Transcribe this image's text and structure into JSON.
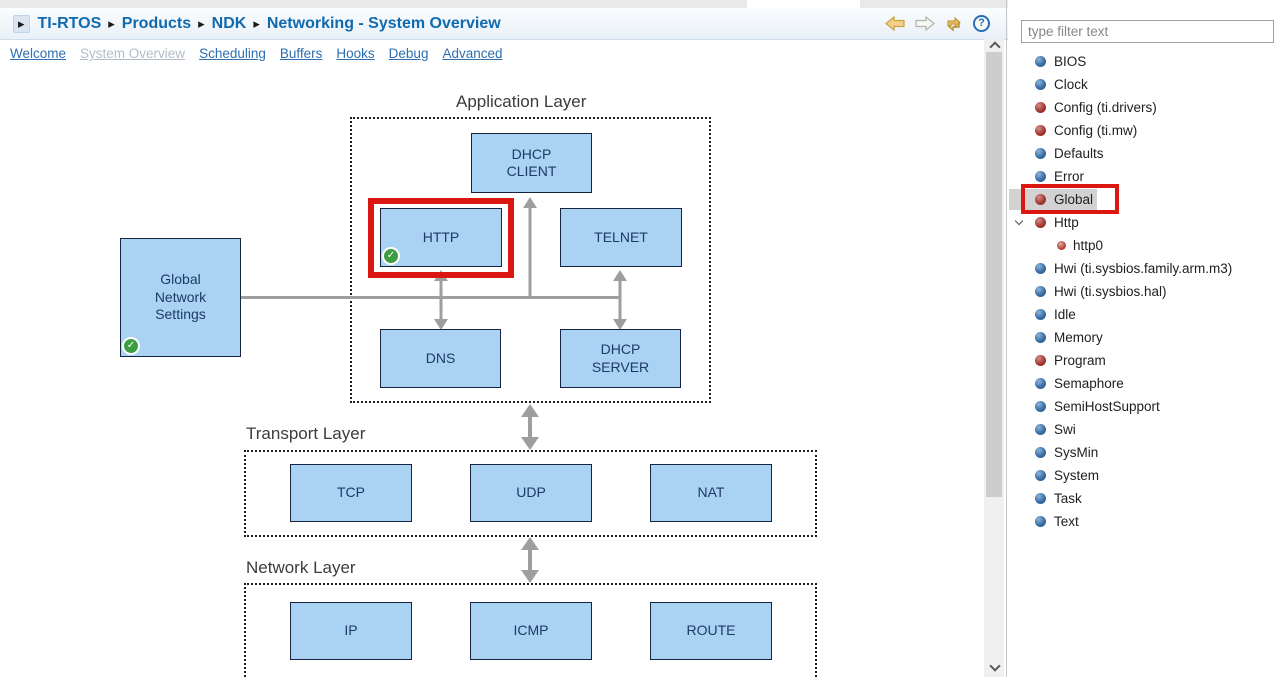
{
  "topbar": {
    "breadcrumb": [
      "TI-RTOS",
      "Products",
      "NDK",
      "Networking - System Overview"
    ],
    "icons": {
      "back": "back-arrow",
      "forward": "forward-arrow",
      "sync": "switch-config-view",
      "help_glyph": "?"
    }
  },
  "tabs": [
    {
      "label": "Welcome",
      "state": "link"
    },
    {
      "label": "System Overview",
      "state": "current"
    },
    {
      "label": "Scheduling",
      "state": "link"
    },
    {
      "label": "Buffers",
      "state": "link"
    },
    {
      "label": "Hooks",
      "state": "link"
    },
    {
      "label": "Debug",
      "state": "link"
    },
    {
      "label": "Advanced",
      "state": "link"
    }
  ],
  "diagram": {
    "layers": [
      {
        "title": "Application Layer"
      },
      {
        "title": "Transport Layer"
      },
      {
        "title": "Network Layer"
      }
    ],
    "boxes": {
      "global": {
        "label": "Global\nNetwork\nSettings",
        "checked": true
      },
      "dhcp_client": {
        "label": "DHCP\nCLIENT"
      },
      "http": {
        "label": "HTTP",
        "checked": true,
        "highlighted": true
      },
      "telnet": {
        "label": "TELNET"
      },
      "dns": {
        "label": "DNS"
      },
      "dhcp_server": {
        "label": "DHCP\nSERVER"
      },
      "tcp": {
        "label": "TCP"
      },
      "udp": {
        "label": "UDP"
      },
      "nat": {
        "label": "NAT"
      },
      "ip": {
        "label": "IP"
      },
      "icmp": {
        "label": "ICMP"
      },
      "route": {
        "label": "ROUTE"
      }
    }
  },
  "sidebar": {
    "filter_placeholder": "type filter text",
    "tree": [
      {
        "label": "BIOS",
        "color": "blue"
      },
      {
        "label": "Clock",
        "color": "blue"
      },
      {
        "label": "Config (ti.drivers)",
        "color": "red"
      },
      {
        "label": "Config (ti.mw)",
        "color": "red"
      },
      {
        "label": "Defaults",
        "color": "blue"
      },
      {
        "label": "Error",
        "color": "blue"
      },
      {
        "label": "Global",
        "color": "red",
        "selected": true,
        "annotated": true
      },
      {
        "label": "Http",
        "color": "red",
        "expanded": true
      },
      {
        "label": "http0",
        "color": "red",
        "child": true
      },
      {
        "label": "Hwi (ti.sysbios.family.arm.m3)",
        "color": "blue"
      },
      {
        "label": "Hwi (ti.sysbios.hal)",
        "color": "blue"
      },
      {
        "label": "Idle",
        "color": "blue"
      },
      {
        "label": "Memory",
        "color": "blue"
      },
      {
        "label": "Program",
        "color": "red"
      },
      {
        "label": "Semaphore",
        "color": "blue"
      },
      {
        "label": "SemiHostSupport",
        "color": "blue"
      },
      {
        "label": "Swi",
        "color": "blue"
      },
      {
        "label": "SysMin",
        "color": "blue"
      },
      {
        "label": "System",
        "color": "blue"
      },
      {
        "label": "Task",
        "color": "blue"
      },
      {
        "label": "Text",
        "color": "blue"
      }
    ]
  },
  "colors": {
    "accent_blue": "#0f6ab0",
    "link_blue": "#2d6fb0",
    "box_fill": "#a9d2f3",
    "box_border": "#17233f",
    "annotation_red": "#da1710",
    "arrow_gray": "#9e9e9e",
    "check_green": "#3c9e43"
  }
}
